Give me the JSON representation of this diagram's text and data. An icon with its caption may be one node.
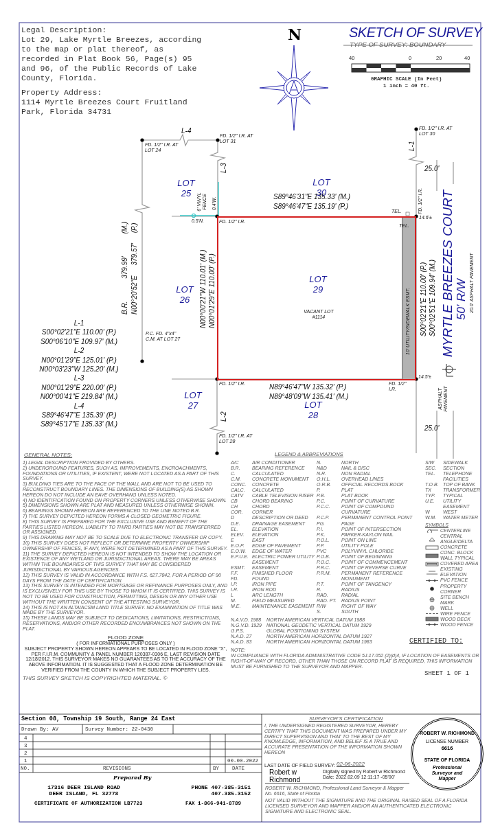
{
  "diagram": {
    "title": "SKETCH OF SURVEY",
    "nodes": [
      {
        "text": [
          "LOT 29",
          "VACANT LOT #1114"
        ]
      },
      {
        "text": [
          "10' UTILITY/SIDEWALK ESMT."
        ],
        "in": 0
      },
      {
        "text": [
          "ROBERT W. RICHMOND",
          "LICENSE NUMBER",
          "6616",
          "STATE OF FLORIDA",
          "Professional Surveyor and Mapper"
        ]
      }
    ],
    "labels": [
      "Legal Description:",
      "Lot 29, Lake Myrtle Breezes, according to the map or plat thereof, as recorded in Plat Book 56, Page(s) 95 and 96, of the Public Records of Lake County, Florida.",
      "Property Address:",
      "1114 Myrtle Breezes Court Fruitland Park, Florida 34731",
      "N",
      "TYPE OF SURVEY: BOUNDARY",
      "40",
      "0",
      "20",
      "40",
      "GRAPHIC SCALE (In Feet)",
      "1 inch = 40 ft.",
      "L-4",
      "FD. 1/2\" I.R. AT LOT 24",
      "FD. 1/2\" I.R. AT LOT 31",
      "L-3",
      "6' VINYL FENCE",
      "0.4'W.",
      "LOT 25",
      "FD. 1/2\" I.R. AT LOT 30",
      "L-1",
      "25.0'",
      "LOT 30",
      "S89°46'31\"E 135.33' (M.)",
      "S89°46'47\"E 135.19' (P.)",
      "TEL.",
      "FD. 1/2\" I.R.",
      "14.6'±",
      "TEL.",
      "0.5'N.",
      "FD. 1/2\" I.R.",
      "B.R. 379.99' (M.)",
      "N00°20'52\"E 379.57' (P.)",
      "LOT 26",
      "N00°00'21\"W 110.01' (M.)",
      "N00°01'29\"E 110.00' (P.)",
      "S00°02'21\"E 110.00' (P.)",
      "S00°02'51\"E 109.94' (M.)",
      "MYRTLE BREEZES COURT",
      "50' R/W",
      "20.0' ASPHALT PAVEMENT",
      "L-1",
      "S00°02'21\"E 110.00' (P.)",
      "S00°06'10\"E 109.97' (M.)",
      "L-2",
      "N00°01'29\"E 125.01' (P.)",
      "N00°03'23\"W 125.20' (M.)",
      "L-3",
      "N00°01'29\"E 220.00' (P.)",
      "N00°00'41\"E 219.84' (M.)",
      "L-4",
      "S89°46'47\"E 135.39' (P.)",
      "S89°45'17\"E 135.33' (M.)",
      "P.C. FD. 4\"x4\" C.M. AT LOT 27",
      "LOT 27",
      "FD. 1/2\" I.R.",
      "N89°46'47\"W 135.32' (P.)",
      "N89°48'09\"W 135.41' (M.)",
      "FD. 1/2\" I.R.",
      "14.5'±",
      "LOT 28",
      "L-2",
      "ASPHALT PAVEMENT",
      "25.0'",
      "FD. 1/2\" I.R. AT LOT 28",
      "GENERAL NOTES:",
      "1) LEGAL DESCRIPTION PROVIDED BY OTHERS.",
      "2) UNDERGROUND FEATURES, SUCH AS, IMPROVEMENTS, ENCROACHMENTS, FOUNDATIONS OR UTILITIES, IF EXISTENT, WERE NOT LOCATED AS A PART OF THIS SURVEY.",
      "3) BUILDING TIES ARE TO THE FACE OF THE WALL AND ARE NOT TO BE USED TO RECONSTRUCT BOUNDARY LINES. THE DIMENSIONS OF BUILDING(S) AS SHOWN HEREON DO NOT INCLUDE AN EAVE OVERHANG UNLESS NOTED.",
      "4) NO IDENTIFICATION FOUND ON PROPERTY CORNERS UNLESS OTHERWISE SHOWN.",
      "5) DIMENSIONS SHOWN ARE PLAT AND MEASURED UNLESS OTHERWISE SHOWN.",
      "6) BEARINGS SHOWN HEREON ARE REFERENCED TO THE LINE NOTED B.R.",
      "7) THE SURVEY DEPICTED HEREON FORMS A CLOSED GEOMETRIC FIGURE.",
      "8) THIS SURVEY IS PREPARED FOR THE EXCLUSIVE USE AND BENEFIT OF THE PARTIES LISTED HEREON. LIABILITY TO THIRD PARTIES MAY NOT BE TRANSFERRED OR ASSIGNED.",
      "9) THIS DRAWING MAY NOT BE TO SCALE DUE TO ELECTRONIC TRANSFER OR COPY.",
      "10) THIS SURVEY DOES NOT REFLECT OR DETERMINE PROPERTY OWNERSHIP OWNERSHIP OF FENCES, IF ANY, WERE NOT DETERMINED AS A PART OF THIS SURVEY.",
      "11) THE SURVEY DEPICTED HEREON IS NOT INTENDED TO SHOW THE LOCATION OR EXISTENCE OF ANY WETLAND OR JURISDICTIONAL AREAS. THERE MAY BE AREAS WITHIN THE BOUNDARIES OF THIS SURVEY THAT MAY BE CONSIDERED JURISDICTIONAL BY VARIOUS AGENCIES.",
      "12) THIS SURVEY IS VALID IN ACCORDANCE WITH F.S. 627.7842, FOR A PERIOD OF 90 DAYS FROM THE DATE OF CERTIFICATION.",
      "13) THIS SURVEY IS INTENDED FOR MORTGAGE OR REFINANCE PURPOSES ONLY, AND IS EXCLUSIVELY FOR THIS USE BY THOSE TO WHOM IT IS CERTIFIED. THIS SURVEY IS NOT TO BE USED FOR CONSTRUCTION, PERMITTING, DESIGN OR ANY OTHER USE WITHOUT THE WRITTEN CONSENT OF THE ATTESTING SURVEYOR.",
      "14) THIS IS NOT AN ALTA/ACSM LAND TITLE SURVEY. NO EXAMINATION OF TITLE WAS MADE BY THE SURVEYOR.",
      "15) THESE LANDS MAY BE SUBJECT TO DEDICATIONS, LIMITATIONS, RESTRICTIONS, RESERVATIONS, AND/OR OTHER RECORDED ENCUMBRANCES NOT SHOWN ON THE PLAT.",
      "FLOOD ZONE",
      "( FOR INFORMATIONAL PURPOSES ONLY )",
      "SUBJECT PROPERTY SHOWN HEREON APPEARS TO BE LOCATED IN FLOOD ZONE \"X\", PER F.I.R.M. COMMUNITY & PANEL NUMBER 120387-0306 E, LAST REVISION DATE 12/18/2012. THIS SURVEYOR MAKES NO GUARANTEES AS TO THE ACCURACY OF THE ABOVE INFORMATION. IT IS SUGGESTED THAT A FLOOD ZONE DETERMINATION BE VERIFIED FROM THE COUNTY IN WHICH THE SUBJECT PROPERTY LIES.",
      "THIS SURVEY SKETCH IS COPYRIGHTED MATERIAL. ©",
      "LEGEND & ABBREVIATIONS",
      "A/C",
      "AIR CONDITIONER",
      "B.R.",
      "BEARING REFERENCE",
      "C.",
      "CALCULATED",
      "C.M.",
      "CONCRETE MONUMENT",
      "CONC.",
      "CONCRETE",
      "CALC.",
      "CALCULATED",
      "CATV",
      "CABLE TELEVISION RISER",
      "CB",
      "CHORD BEARING",
      "CH",
      "CHORD",
      "COR.",
      "CORNER",
      "D",
      "DESCRIPTION OR DEED",
      "D.E.",
      "DRAINAGE EASEMENT",
      "EL.",
      "ELEVATION",
      "ELEV.",
      "ELEVATION",
      "E",
      "EAST",
      "E.O.P.",
      "EDGE OF PAVEMENT",
      "E.O.W.",
      "EDGE OF WATER",
      "E.P.U.E.",
      "ELECTRIC POWER UTILITY EASEMENT",
      "ESMT.",
      "EASEMENT",
      "F.F.",
      "FINISHED FLOOR",
      "FD.",
      "FOUND",
      "I.P.",
      "IRON PIPE",
      "I.R.",
      "IRON ROD",
      "L",
      "ARC LENGTH",
      "M.",
      "FIELD MEASURED",
      "M.E.",
      "MAINTENANCE EASEMENT",
      "N.",
      "NORTH",
      "N&D",
      "NAIL & DISC",
      "N.R.",
      "NON RADIAL",
      "O.H.L.",
      "OVERHEAD LINES",
      "O.R.B.",
      "OFFICIAL RECORDS BOOK",
      "P.",
      "PLAT",
      "P.B.",
      "PLAT BOOK",
      "P.C.",
      "POINT OF CURVATURE",
      "P.C.C.",
      "POINT OF COMPOUND CURVATURE",
      "P.C.P.",
      "PERMANENT CONTROL POINT",
      "PG.",
      "PAGE",
      "P.I.",
      "POINT OF INTERSECTION",
      "P.K.",
      "PARKER-KAYLON NAIL",
      "P.O.L.",
      "POINT ON LINE",
      "P.P.",
      "UTILITY POLE",
      "PVC",
      "POLYVINYL CHLORIDE",
      "P.O.B.",
      "POINT OF BEGINNING",
      "P.O.C.",
      "POINT OF COMMENCEMENT",
      "P.R.C.",
      "POINT OF REVERSE CURVE",
      "P.R.M.",
      "PERMANENT REFERENCE MONUMENT",
      "P.T.",
      "POINT OF TANGENCY",
      "R.",
      "RADIUS",
      "RAD.",
      "RADIAL",
      "RAD. PT.",
      "RADIUS POINT",
      "R/W",
      "RIGHT OF WAY",
      "S.",
      "SOUTH",
      "N.A.V.D. 1988",
      "NORTH AMERICAN VERTICAL DATUM 1988",
      "N.G.V.D. 1929",
      "NATIONAL GEODETIC VERTICAL DATUM 1929",
      "G.P.S.",
      "GLOBAL POSITIONING SYSTEM",
      "N.A.D. 27",
      "NORTH AMERICAN HORIZONTAL DATUM 1927",
      "N.A.D. 83",
      "NORTH AMERICAN HORIZONTAL DATUM 1983",
      "S/W",
      "SIDEWALK",
      "SEC.",
      "SECTION",
      "TEL.",
      "TELEPHONE FACILITIES",
      "T.O.B.",
      "TOP OF BANK",
      "TX",
      "TRANSFORMER",
      "TYP.",
      "TYPICAL",
      "U.E.",
      "UTILITY EASEMENT",
      "W",
      "WEST",
      "W.M.",
      "WATER METER",
      "SYMBOLS",
      "CERTIFIED TO:",
      "NOTE:",
      "IN COMPLIANCE WITH FLORIDA ADMINISTRATIVE CODE 5J-17.052 (2)(d)4, IF LOCATION OF EASEMENTS OR RIGHT-OF-WAY OF RECORD, OTHER THAN THOSE ON RECORD PLAT IS REQUIRED, THIS INFORMATION MUST BE FURNISHED TO THE SURVEYOR AND MAPPER.",
      "SHEET 1 OF 1",
      "Section 08, Township 19 South, Range 24 East",
      "Drawn By: AV",
      "Survey Number: 22-0430",
      "4",
      "3",
      "2",
      "1",
      "00-00-2022",
      "NO.",
      "REVISIONS",
      "BY",
      "DATE",
      "Prepared By",
      "17316 DEER ISLAND ROAD DEER ISLAND, FL 32778",
      "CERTIFICATE OF AUTHORIZATION LB7723",
      "PHONE 407-385-3151 407-385-3152",
      "FAX 1-866-941-8789",
      "SURVEYOR'S CERTIFICATION",
      "I, THE UNDERSIGNED REGISTERED SURVEYOR, HEREBY CERTIFY THAT THIS DOCUMENT WAS PREPARED UNDER MY DIRECT SUPERVISION AND THAT TO THE BEST OF MY KNOWLEDGE, INFORMATION, AND BELIEF IS A TRUE AND ACCURATE PRESENTATION OF THE INFORMATION SHOWN HEREON",
      "LAST DATE OF FIELD SURVEY:",
      "02-06-2022",
      "Robert w Richmond",
      "Digitally signed by Robert w Richmond Date: 2022.02.09 12:11:17 -05'00'",
      "ROBERT W. RICHMOND, Professional Land Surveyor & Mapper No. 6616, State of Florida",
      "NOT VALID WITHOUT THE SIGNATURE AND THE ORIGINAL RAISED SEAL OF A FLORIDA LICENSED SURVEYOR AND MAPPER AND/OR AN AUTHENTICATED ELECTRONIC SIGNATURE AND ELECTRONIC SEAL."
    ],
    "legend": [
      {
        "text": "CENTERLINE"
      },
      {
        "text": "CENTRAL ANGLE/DELTA"
      },
      {
        "text": "CONCRETE"
      },
      {
        "text": "CONC. BLOCK WALL TYPICAL"
      },
      {
        "text": "COVERED AREA"
      },
      {
        "text": "EXISTING ELEVATION"
      },
      {
        "text": "PVC FENCE"
      },
      {
        "text": "PROPERTY CORNER"
      },
      {
        "text": "SITE BENCH MARK"
      },
      {
        "text": "WELL"
      },
      {
        "text": "WIRE FENCE"
      },
      {
        "text": "WOOD DECK"
      },
      {
        "text": "WOOD FENCE"
      }
    ]
  }
}
